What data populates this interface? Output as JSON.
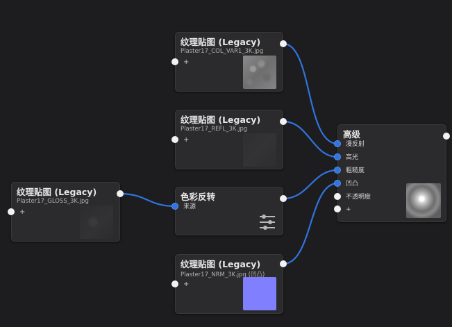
{
  "nodes": {
    "tex_col": {
      "title": "纹理贴图 (Legacy)",
      "subtitle": "Plaster17_COL_VAR1_3K.jpg",
      "plus": "+"
    },
    "tex_refl": {
      "title": "纹理贴图 (Legacy)",
      "subtitle": "Plaster17_REFL_3K.jpg",
      "plus": "+"
    },
    "tex_gloss": {
      "title": "纹理贴图 (Legacy)",
      "subtitle": "Plaster17_GLOSS_3K.jpg",
      "plus": "+"
    },
    "color_invert": {
      "title": "色彩反转",
      "input_label": "来源"
    },
    "tex_nrm": {
      "title": "纹理贴图 (Legacy)",
      "subtitle": "Plaster17_NRM_3K.jpg (凹凸)",
      "plus": "+"
    },
    "advanced": {
      "title": "高级",
      "inputs": [
        "漫反射",
        "高光",
        "粗糙度",
        "凹凸",
        "不透明度",
        "+"
      ]
    }
  },
  "icons": {
    "adjust": "sliders-icon",
    "input_port": "input-port-icon",
    "output_port": "output-port-icon"
  },
  "colors": {
    "canvas": "#1d1d1f",
    "node_bg": "#2b2b2d",
    "wire": "#2f74e0",
    "port_connected": "#2f74e0",
    "port_empty": "#f2f2f2",
    "normal_map": "#8080ff"
  }
}
